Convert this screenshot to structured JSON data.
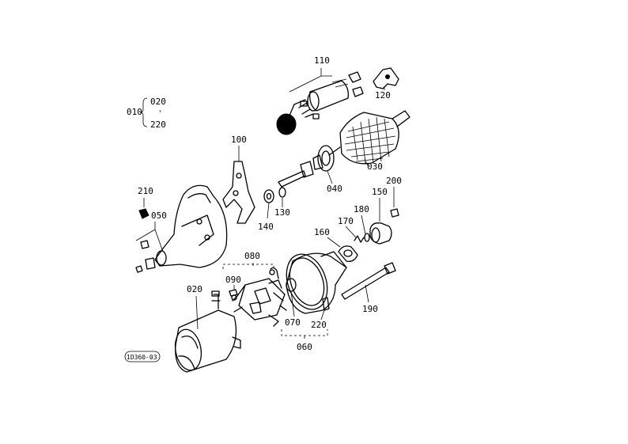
{
  "labels": {
    "p010": "010",
    "p020_top": "020",
    "p020_sep": "ˈ",
    "p220_top": "220",
    "p110": "110",
    "p120": "120",
    "p100": "100",
    "p030": "030",
    "p040": "040",
    "p210": "210",
    "p050": "050",
    "p130": "130",
    "p140": "140",
    "p200": "200",
    "p150": "150",
    "p180": "180",
    "p170": "170",
    "p160": "160",
    "p080": "080",
    "p090": "090",
    "p020": "020",
    "p070": "070",
    "p220": "220",
    "p060": "060",
    "p190": "190",
    "figure_code": "1D360-03"
  }
}
